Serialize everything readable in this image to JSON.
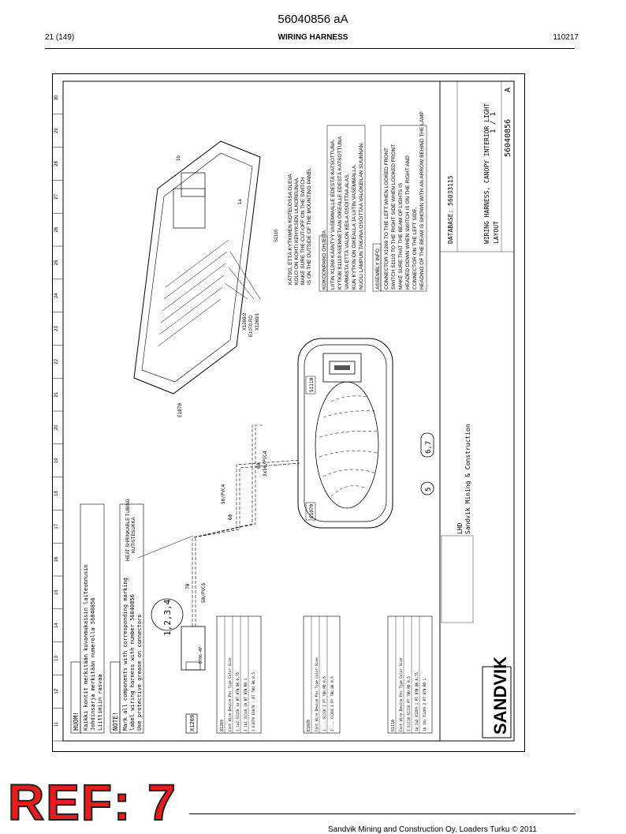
{
  "header": {
    "doc_code": "56040856 aA",
    "page": "21 (149)",
    "section_title": "WIRING HARNESS",
    "date_code": "110217"
  },
  "frame": {
    "zone_numbers": [
      "11",
      "12",
      "13",
      "14",
      "15",
      "16",
      "17",
      "18",
      "19",
      "20",
      "21",
      "22",
      "23",
      "24",
      "25",
      "26",
      "27",
      "28",
      "29",
      "30"
    ]
  },
  "notes": {
    "huom_title": "HUOM!",
    "huom_lines": [
      "Kaikki kontit merkitään kuvanmukaisin laiteunnusin",
      "Johdinsarja merkitään numerolla 56040856",
      "Liittimiin rasvaa"
    ],
    "note_title": "NOTE!",
    "note_lines": [
      "Mark all components with corresponding marking",
      "label wiring harness with number 56040856",
      "Use protective grease on connectors"
    ]
  },
  "labels": {
    "heat_shrink_1": "HEAT SHRINKABLE TUBING",
    "heat_shrink_2": "KUTISTESUKKA",
    "callout_1234": "1,2,3,4",
    "callout_67": "6,7",
    "callout_5": "5",
    "connector_x1269": "X1269",
    "connector_dt": "DT06-4P",
    "s1110": "S1110",
    "e1070": "E1070",
    "dim_60": "60",
    "dim_60b": "60",
    "dim_70": "70",
    "cable_a": "3x50/PVC4",
    "cable_b": "50/PVC4",
    "cable_c": "50/PVC5",
    "x1269_2": "X1269/2",
    "e1070_rd": "E1070:RD",
    "x1269_1": "X1269/1",
    "iso_1a": "1a",
    "iso_1b": "1b",
    "iso_s1110": "S1110",
    "iso_e1070": "E1070"
  },
  "instructions": {
    "fi_lines": [
      "KATSO, ETTÄ KYTKIMEN KOTELOSSA OLEVA",
      "KOLO ON KOHTI KEHYKSEN ULKOREUNAA."
    ],
    "en_lines": [
      "MAKE SURE THE CUT-OFF ON THE SWITCH",
      "IS ON THE OUTSIDE OF THE MOUNTING PANEL"
    ],
    "kokoonpano_title": "KOKOONPANO OHJEITA",
    "kokoonpano_lines": [
      "LIITIN X1269 KÄÄNTYY VASEMMALLE EDESTÄ KATSOTTUNA.",
      "KYTKIN S1110 ASENNETAAN OIKEALLE EDESTÄ KATSOTTUNA",
      "VARMISTA ETTÄ VALON KEILA OSOITTAA ALAS,",
      "KUN KYTKIN ON OIKEALLA JA LIITIN VASEMMALLA.",
      "NUOLI LAMPUN TAKANA OSOITTAA VALOKEILAN SUUNNAN."
    ],
    "assembly_title": "ASSEMBLY INFO",
    "assembly_lines": [
      "CONNECTOR X1269 TO THE LEFT WHEN LOOKED FRONT",
      "SWITCH S1110 TO THE RIGHT SIDE WHEN LOOKED FRONT",
      "MAKE SURE THAT THE BEAM OF LIGHTS IS",
      "HEADED DOWN WHEN SWITCH IS ON THE RIGHT AND",
      "CONNECTOR ON THE LEFT SIDE.",
      "HEADING OF THE BEAM IS SHOWN WITH AN ARROW BEHIND THE LAMP"
    ]
  },
  "tables": {
    "x1269": {
      "name": "X1269",
      "rows": [
        "Cont Wire  Device  Pos  Type  Color  Size",
        "1  1a2    S1110  1a  DT  BTN  BK  0,75",
        "2  1b1    S1110  1b  DT  BTN  RD  1",
        "3  E1070  E1070  -  DT  TBU  BK  0,5"
      ]
    },
    "e1070": {
      "name": "E1070",
      "rows": [
        "Cont Wire  Device  Pos  Type  Color  Size",
        "1  ...  S1110  1  PT  TBU  RD  0,5",
        "2  ...  X1269  3  PT  TBU  BK  0,5"
      ]
    },
    "s1110": {
      "name": "S1110",
      "rows": [
        "Cont Wire  Device  Pos  Type  Color  Size",
        "1  S1110  S1110  PT  TBU  RD  0,5",
        "1a 1a2   X1269  1  PT  BTN  BK  0,75",
        "1b 1b1   X1269  2  PT  BTN  RD  1"
      ]
    }
  },
  "title_block": {
    "database": "DATABASE: 56033115",
    "title_1": "WIRING HARNESS, CANOPY INTERIOR LIGHT",
    "title_2": "LAYOUT",
    "doc_number": "56040856",
    "rev": "A",
    "sheet": "1 / 1",
    "company_1": "LHD",
    "company_2": "Sandvik Mining & Construction",
    "logo": "SANDVIK"
  },
  "overlay": {
    "ref": "REF: 7"
  },
  "footer": {
    "copyright": "Sandvik Mining and Construction Oy, Loaders Turku © 2011"
  }
}
